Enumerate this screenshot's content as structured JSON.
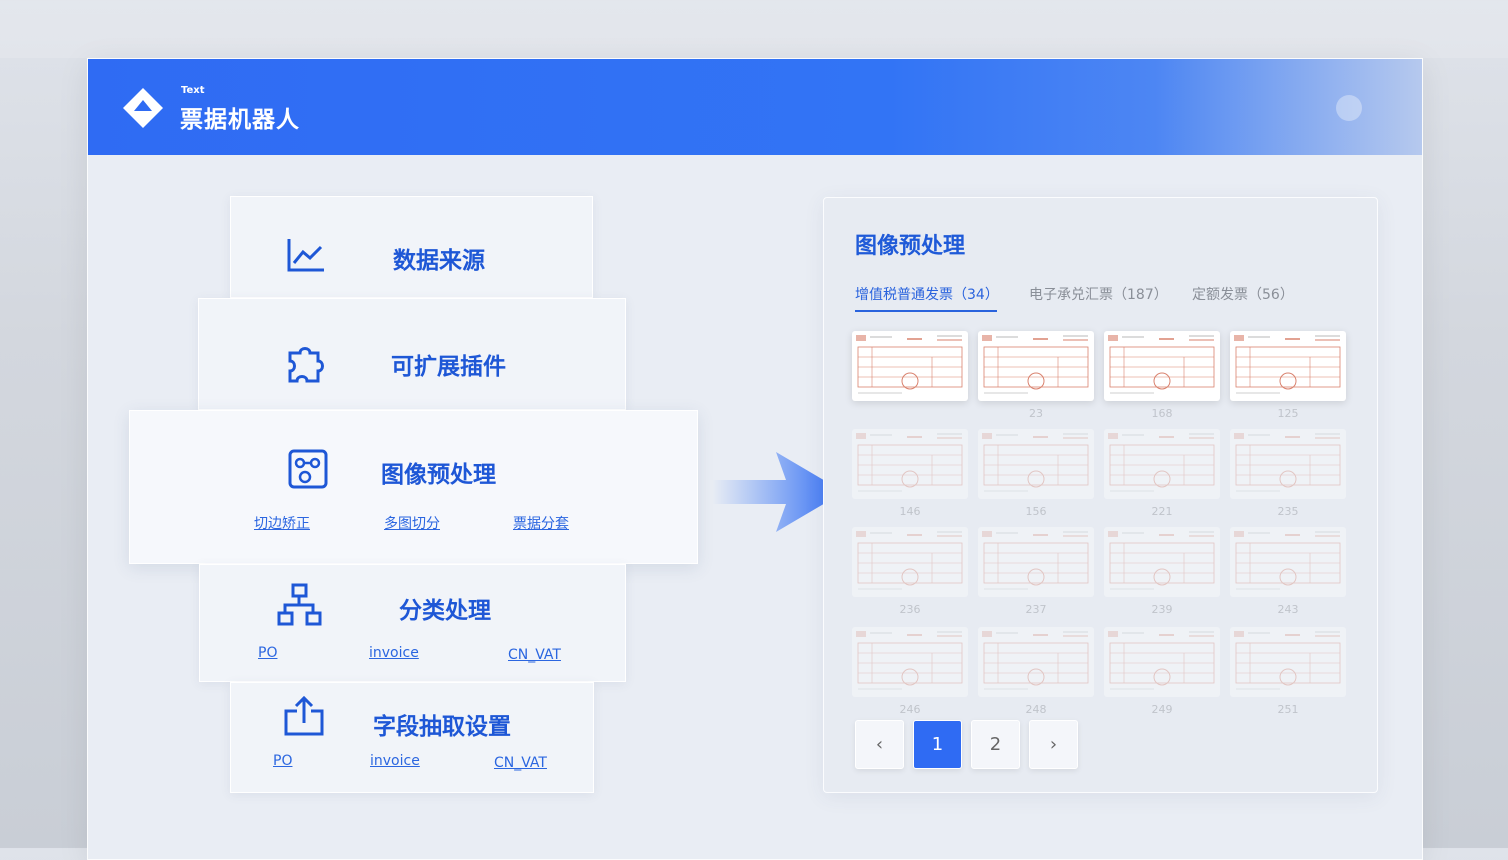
{
  "app": {
    "subtitle": "Text",
    "title": "票据机器人"
  },
  "steps": [
    {
      "title": "数据来源",
      "icon": "line-chart-icon"
    },
    {
      "title": "可扩展插件",
      "icon": "puzzle-icon"
    },
    {
      "title": "图像预处理",
      "icon": "image-process-icon",
      "links": [
        "切边矫正",
        "多图切分",
        "票据分套"
      ]
    },
    {
      "title": "分类处理",
      "icon": "hierarchy-icon",
      "links": [
        "PO",
        "invoice",
        "CN_VAT"
      ]
    },
    {
      "title": "字段抽取设置",
      "icon": "upload-icon",
      "links": [
        "PO",
        "invoice",
        "CN_VAT"
      ]
    }
  ],
  "panel": {
    "title": "图像预处理",
    "tabs": [
      "增值税普通发票（34）",
      "电子承兑汇票（187）",
      "定额发票（56）"
    ],
    "active_tab": 0,
    "thumbnails": [
      [
        "",
        "23",
        "168",
        "125"
      ],
      [
        "146",
        "156",
        "221",
        "235"
      ],
      [
        "236",
        "237",
        "239",
        "243"
      ],
      [
        "246",
        "248",
        "249",
        "251"
      ]
    ],
    "pagination": {
      "prev": "‹",
      "pages": [
        "1",
        "2"
      ],
      "current": "1",
      "next": "›"
    }
  },
  "colors": {
    "primary": "#2f6bf3",
    "accent_text": "#1e57d6",
    "invoice_red": "#d9826e"
  }
}
